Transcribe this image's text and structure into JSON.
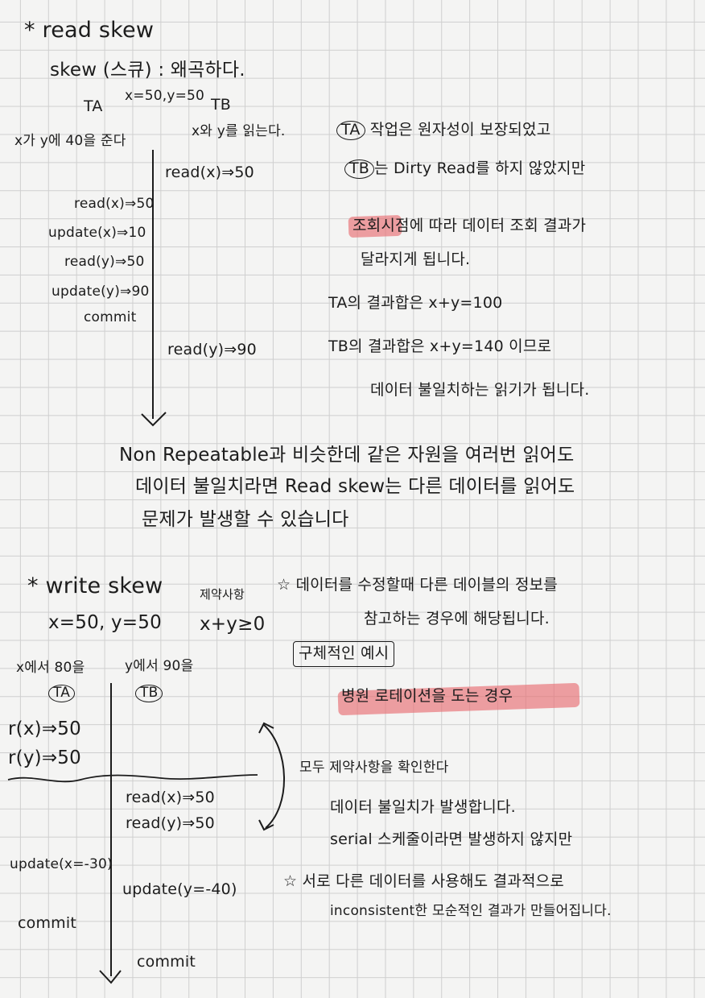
{
  "colors": {
    "ink": "#1c1c1c",
    "highlight": "#e86e73",
    "grid": "#cfcfcf",
    "paper": "#f4f4f3"
  },
  "section1": {
    "heading": "* read skew",
    "definition": "skew (스큐) : 왜곡하다.",
    "ta_label": "TA",
    "init_values": "x=50,y=50",
    "tb_label": "TB",
    "ta_intent": "x가 y에 40을 준다",
    "tb_intent": "x와 y를 읽는다.",
    "tb_read_x": "read(x)⇒50",
    "ta_ops": [
      "read(x)⇒50",
      "update(x)⇒10",
      "read(y)⇒50",
      "update(y)⇒90",
      "commit"
    ],
    "tb_read_y": "read(y)⇒90",
    "note1_line1_badge": "TA",
    "note1_line1_text": "작업은 원자성이 보장되었고",
    "note1_line2_badge": "TB",
    "note1_line2_text": "는 Dirty Read를 하지 않았지만",
    "note2_line1": "조회시점에 따라 데이터 조회 결과가",
    "note2_line2": "달라지게 됩니다.",
    "note3_line1": "TA의 결과합은 x+y=100",
    "note3_line2": "TB의 결과합은 x+y=140 이므로",
    "note3_line3": "데이터 불일치하는 읽기가 됩니다.",
    "summary_line1": "Non Repeatable과 비슷한데 같은 자원을 여러번 읽어도",
    "summary_line2": "데이터 불일치라면 Read skew는 다른 데이터를 읽어도",
    "summary_line3": "문제가 발생할 수 있습니다"
  },
  "section2": {
    "heading": "* write skew",
    "init_values": "x=50, y=50",
    "constraint_label": "제약사항",
    "constraint_expr": "x+y≥0",
    "note_top_line1": "☆ 데이터를 수정할때 다른 데이블의 정보를",
    "note_top_line2": "참고하는 경우에 해당됩니다.",
    "example_box": "구체적인 예시",
    "example_text": "병원 로테이션을 도는 경우",
    "ta_intent": "x에서 80을",
    "tb_intent": "y에서 90을",
    "ta_label": "TA",
    "tb_label": "TB",
    "ta_reads": [
      "r(x)⇒50",
      "r(y)⇒50"
    ],
    "tb_reads": [
      "read(x)⇒50",
      "read(y)⇒50"
    ],
    "ta_update": "update(x=-30)",
    "tb_update": "update(y=-40)",
    "ta_commit": "commit",
    "tb_commit": "commit",
    "note_bracket": "모두 제약사항을 확인한다",
    "note_inconsistency_line1": "데이터 불일치가 발생합니다.",
    "note_inconsistency_line2": "serial 스케줄이라면 발생하지 않지만",
    "note_bottom_line1": "☆ 서로 다른 데이터를 사용해도 결과적으로",
    "note_bottom_line2": "inconsistent한 모순적인 결과가 만들어집니다."
  }
}
